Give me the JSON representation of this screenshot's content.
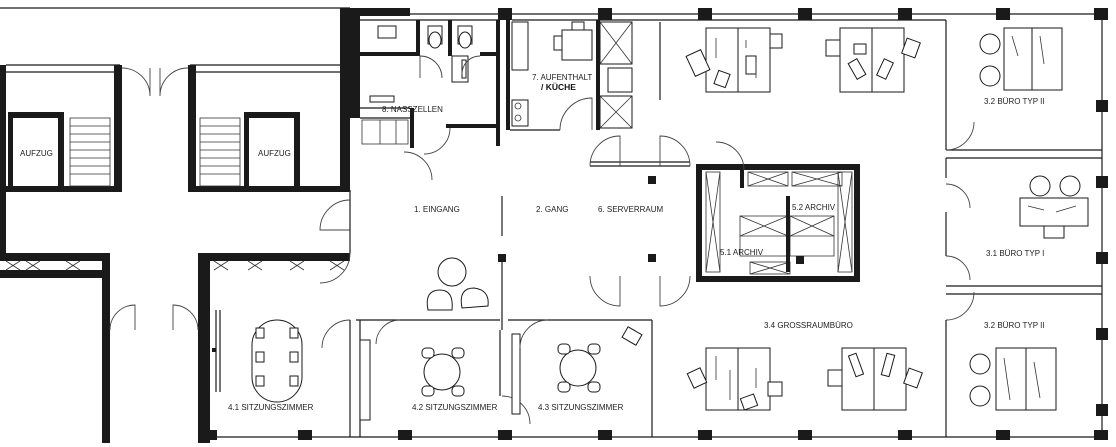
{
  "rooms": {
    "aufzug_left": "AUFZUG",
    "aufzug_right": "AUFZUG",
    "nasszellen": "8. NASSZELLEN",
    "aufenthalt_line1": "7. AUFENTHALT",
    "aufenthalt_line2": "/ KÜCHE",
    "eingang": "1. EINGANG",
    "gang": "2. GANG",
    "serverraum": "6. SERVERRAUM",
    "archiv_1": "5.1 ARCHIV",
    "archiv_2": "5.2 ARCHIV",
    "buero_typ2_top": "3.2 BÜRO TYP II",
    "buero_typ1": "3.1 BÜRO TYP I",
    "buero_typ2_bottom": "3.2 BÜRO TYP II",
    "grossraum": "3.4 GROSSRAUMBÜRO",
    "sitzung_1": "4.1 SITZUNGSZIMMER",
    "sitzung_2": "4.2 SITZUNGSZIMMER",
    "sitzung_3": "4.3 SITZUNGSZIMMER"
  }
}
